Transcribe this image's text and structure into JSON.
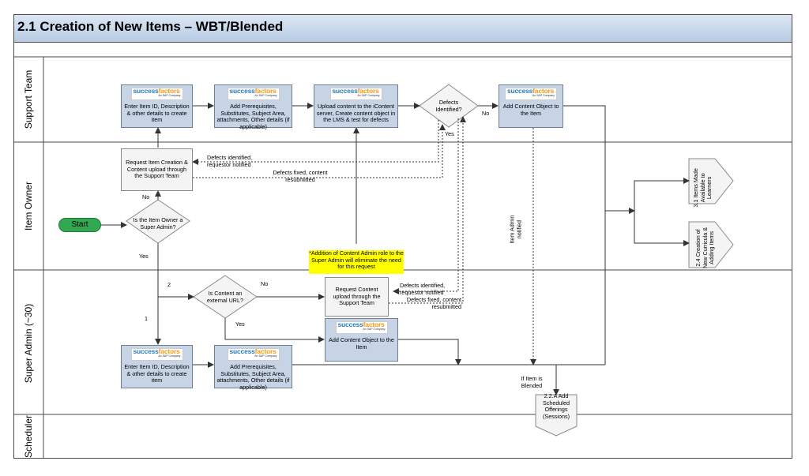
{
  "title": "2.1 Creation of New Items – WBT/Blended",
  "lanes": [
    "Support Team",
    "Item Owner",
    "Super Admin (~30)",
    "Scheduler"
  ],
  "logo": {
    "brand_a": "success",
    "brand_b": "factors",
    "sub": "An SAP Company"
  },
  "boxes": {
    "st1": "Enter Item ID, Description & other details to create item",
    "st2": "Add Prerequisites, Substitutes, Subject Area, attachments, Other details (if applicable)",
    "st3": "Upload content to the iContent server, Create content object in the LMS & test for defects",
    "st4": "Add Content Object to the Item",
    "io1": "Request Item Creation & Content upload through the Support Team",
    "sa_req": "Request Content upload through the Support Team",
    "sa_co": "Add Content Object to the Item",
    "sa1": "Enter Item ID, Description & other details to create item",
    "sa2": "Add Prerequisites, Substitutes, Subject Area, attachments, Other details (if applicable)"
  },
  "decisions": {
    "defects": "Defects Identified?",
    "owner": "Is the Item Owner a Super Admin?",
    "url": "Is Content an external URL?"
  },
  "start": "Start",
  "note": "*Addition of Content Admin role to the Super Admin will eliminate the need for this request",
  "labels": {
    "defects_identified": "Defects identified, requestor notified",
    "defects_fixed": "Defects fixed, content resubmitted",
    "defects_identified2": "Defects identified, requestor notified",
    "defects_fixed2": "Defects fixed, content resubmitted",
    "yes": "Yes",
    "no": "No",
    "one": "1",
    "two": "2",
    "item_admin_notified": "Item Admin notified",
    "if_blended": "If Item is Blended"
  },
  "offpage": {
    "o31": "3.1 Items Made Available to Learners",
    "o24": "2.4 Creation of New Curricula & Adding Items",
    "o22a": "2.2.A Add Scheduled Offerings (Sessions)"
  },
  "colors": {
    "box_fill": "#c6d4e6",
    "title_band": "#b8cce4",
    "start": "#33a852",
    "note": "#ffff00"
  }
}
